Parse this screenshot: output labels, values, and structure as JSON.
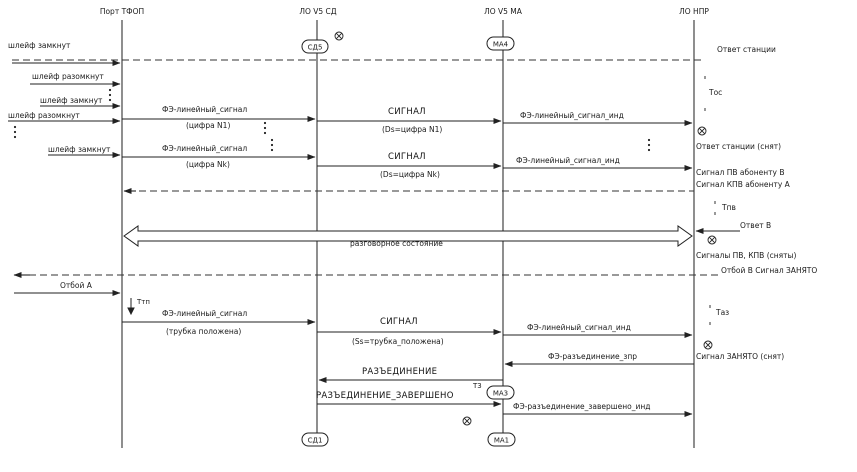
{
  "headers": {
    "h1": "Порт ТФОП",
    "h2": "ЛО V5 СД",
    "h3": "ЛО V5 МА",
    "h4": "ЛО НПР"
  },
  "nodes": {
    "sd5": "СД5",
    "ma4": "МА4",
    "ma3": "МА3",
    "sd1": "СД1",
    "ma1": "МА1"
  },
  "left_labels": {
    "l1": "шлейф замкнут",
    "l2": "шлейф разомкнут",
    "l3": "шлейф замкнут",
    "l4": "шлейф разомкнут",
    "l5": "шлейф замкнут",
    "l6": "Отбой А"
  },
  "right_labels": {
    "r1": "Ответ станции",
    "r2": "Тос",
    "r3": "Ответ станции (снят)",
    "r4": "Сигнал ПВ абоненту В",
    "r5": "Сигнал КПВ абоненту А",
    "r6": "Тпв",
    "r7": "Ответ В",
    "r8": "Сигналы ПВ, КПВ (сняты)",
    "r9": "Отбой В  Сигнал ЗАНЯТО",
    "r10": "Таз",
    "r11": "Сигнал ЗАНЯТО (снят)"
  },
  "messages": {
    "m1": "ФЭ-линейный_сигнал",
    "m1b": "(цифра N1)",
    "m2": "СИГНАЛ",
    "m2b": "(Ds=цифра N1)",
    "m3": "ФЭ-линейный_сигнал_инд",
    "m4": "ФЭ-линейный_сигнал",
    "m4b": "(цифра Nk)",
    "m5": "СИГНАЛ",
    "m5b": "(Ds=цифра Nk)",
    "m6": "ФЭ-линейный_сигнал_инд",
    "talk": "разговорное состояние",
    "m7": "ФЭ-линейный_сигнал",
    "m7b": "(трубка положена)",
    "m8": "СИГНАЛ",
    "m8b": "(Ss=трубка_положена)",
    "m9": "ФЭ-линейный_сигнал_инд",
    "m10": "ФЭ-разъединение_зпр",
    "m11": "РАЗЪЕДИНЕНИЕ",
    "m12": "РАЗЪЕДИНЕНИЕ_ЗАВЕРШЕНО",
    "m13": "ФЭ-разъединение_завершено_инд",
    "t3": "Т3",
    "ttp": "Ттп"
  }
}
